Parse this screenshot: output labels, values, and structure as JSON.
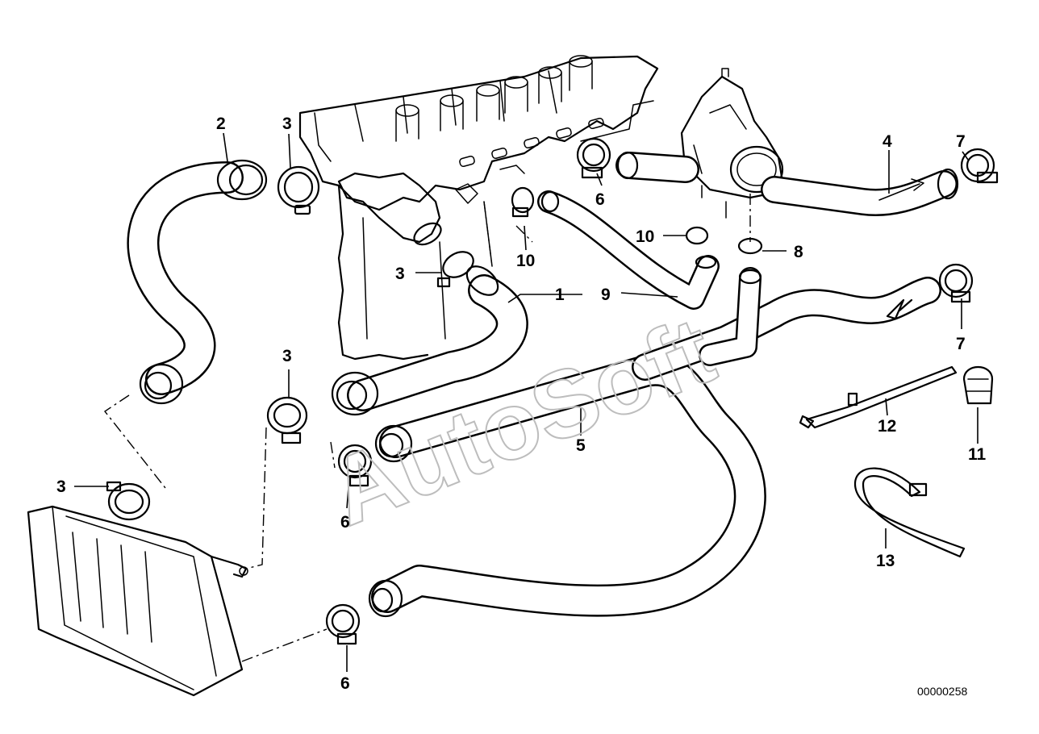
{
  "diagram": {
    "callouts": [
      "1",
      "2",
      "3",
      "3",
      "3",
      "3",
      "4",
      "5",
      "6",
      "6",
      "6",
      "7",
      "7",
      "8",
      "9",
      "10",
      "10",
      "11",
      "12",
      "13"
    ],
    "document_number": "00000258",
    "watermark": "AutoSoft",
    "icons": [
      "engine-block",
      "thermostat-housing",
      "throttle-body",
      "radiator",
      "hose-clamp",
      "cable-tie",
      "holder-clip"
    ]
  }
}
